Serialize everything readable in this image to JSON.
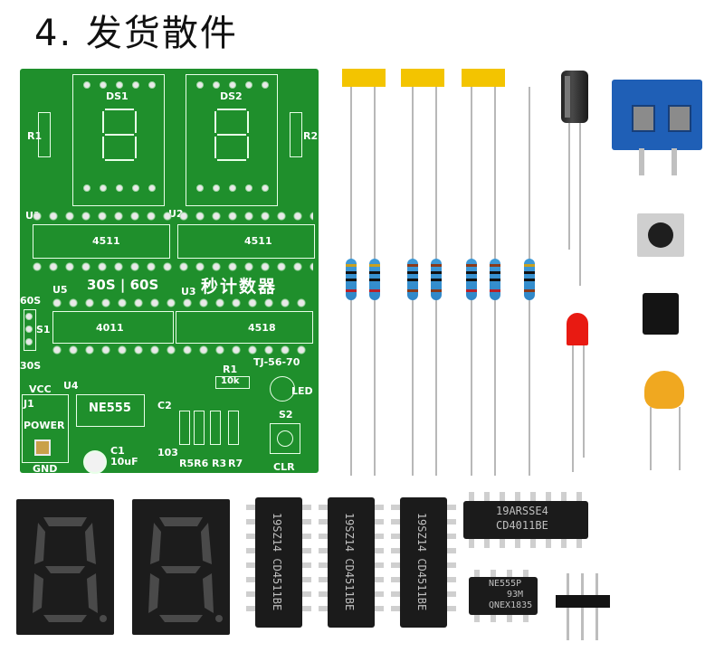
{
  "title": "4. 发货散件",
  "board": {
    "labels": {
      "ds1": "DS1",
      "ds2": "DS2",
      "r1": "R1",
      "r2": "R2",
      "u1": "U1",
      "u2": "U2",
      "u3": "U3",
      "u4": "U4",
      "u5": "U5",
      "ic_u1": "4511",
      "ic_u2": "4511",
      "ic_u5": "4011",
      "ic_u3": "4518",
      "mode": "30S | 60S",
      "cn_title": "秒计数器",
      "s60": "60S",
      "s30": "30S",
      "s1": "S1",
      "model": "TJ-56-70",
      "r1_val": "10k",
      "led": "LED",
      "vcc": "VCC",
      "j1": "J1",
      "power": "POWER",
      "gnd": "GND",
      "ne555": "NE555",
      "c1": "C1",
      "c1_val": "10uF",
      "c2": "C2",
      "c2_val": "103",
      "s2": "S2",
      "clr": "CLR",
      "r5r6": "R5R6",
      "r3": "R3",
      "r7": "R7"
    }
  },
  "parts": {
    "chip1": "19SZ14 CD4511BE",
    "chip2": "19SZ14 CD4511BE",
    "chip3": "19SZ14 CD4511BE",
    "chip4_line1": "19ARSSE4",
    "chip4_line2": "CD4011BE",
    "ne555_line1": "NE555P",
    "ne555_line2": "93M",
    "ne555_line3": "QNEX1835"
  },
  "colors": {
    "pcb": "#1f8f2c",
    "tape": "#f3c400",
    "resistor_body": "#2f86c7",
    "terminal": "#1f5fb6",
    "led": "#e81a12",
    "capacitor": "#f0a820"
  }
}
